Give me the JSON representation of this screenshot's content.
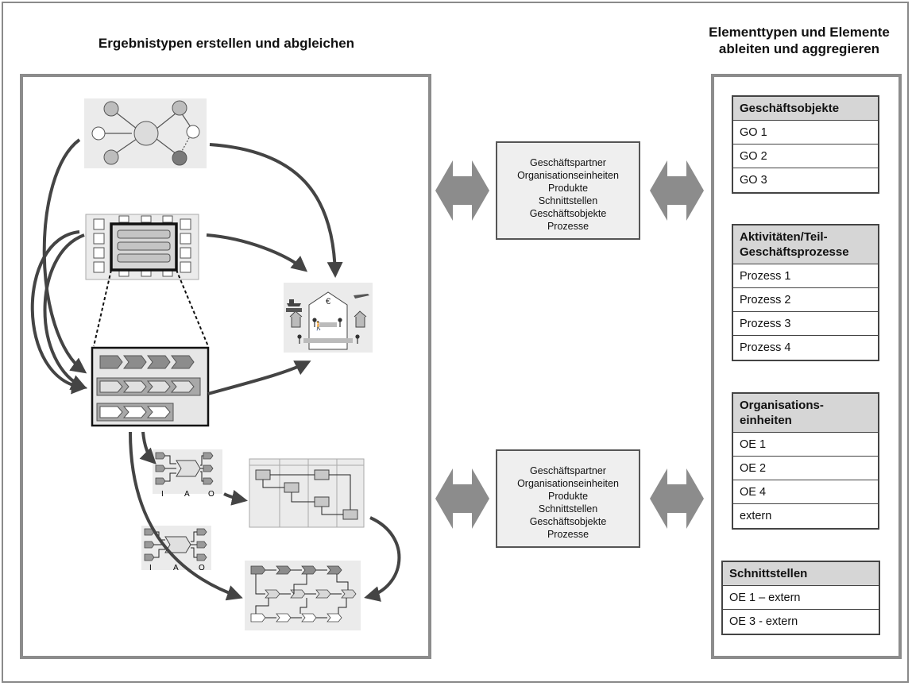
{
  "titles": {
    "left": "Ergebnistypen erstellen und abgleichen",
    "right_line1": "Elementtypen und Elemente",
    "right_line2": "ableiten und aggregieren"
  },
  "middle_boxes": [
    {
      "lines": [
        "Geschäftspartner",
        "Organisationseinheiten",
        "Produkte",
        "Schnittstellen",
        "Geschäftsobjekte",
        "Prozesse"
      ]
    },
    {
      "lines": [
        "Geschäftspartner",
        "Organisationseinheiten",
        "Produkte",
        "Schnittstellen",
        "Geschäftsobjekte",
        "Prozesse"
      ]
    }
  ],
  "tables": [
    {
      "header": "Geschäftsobjekte",
      "rows": [
        "GO 1",
        "GO 2",
        "GO 3"
      ]
    },
    {
      "header_line1": "Aktivitäten/Teil-",
      "header_line2": "Geschäftsprozesse",
      "rows": [
        "Prozess 1",
        "Prozess 2",
        "Prozess 3",
        "Prozess 4"
      ]
    },
    {
      "header_line1": "Organisations-",
      "header_line2": "einheiten",
      "rows": [
        "OE 1",
        "OE 2",
        "OE 4",
        "extern"
      ]
    },
    {
      "header": "Schnittstellen",
      "rows": [
        "OE 1 – extern",
        "OE 3 - extern"
      ]
    }
  ],
  "iao_labels": [
    "I",
    "A",
    "O"
  ],
  "currency_symbol": "€",
  "colors": {
    "frame": "#8a8a8a",
    "arrow": "#444444",
    "double_arrow": "#8c8c8c",
    "header_bg": "#d6d6d6"
  }
}
